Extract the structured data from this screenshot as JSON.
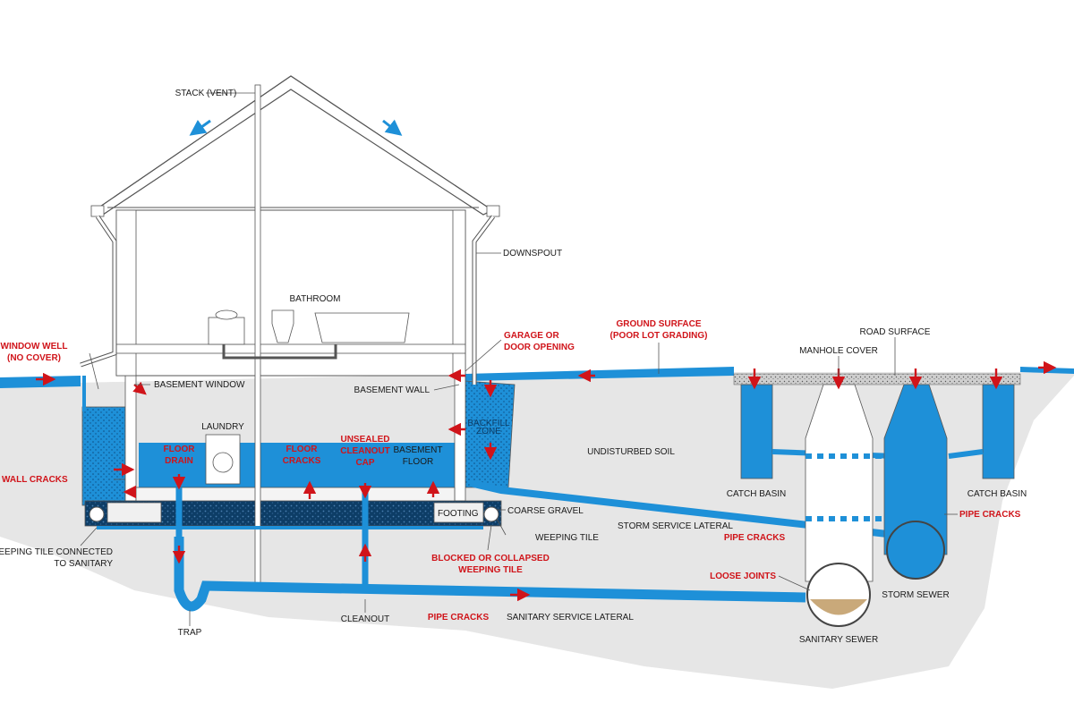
{
  "colors": {
    "water": "#1e90d8",
    "soil": "#e6e6e6",
    "gravel": "#0d3d66",
    "problem": "#d0141a",
    "structure": "#ffffff",
    "outline": "#555555"
  },
  "labels": {
    "stack_vent": "STACK (VENT)",
    "downspout": "DOWNSPOUT",
    "bathroom": "BATHROOM",
    "window_well_1": "WINDOW WELL",
    "window_well_2": "(NO COVER)",
    "basement_window": "BASEMENT WINDOW",
    "basement_wall": "BASEMENT WALL",
    "garage_1": "GARAGE OR",
    "garage_2": "DOOR OPENING",
    "ground_surface_1": "GROUND SURFACE",
    "ground_surface_2": "(POOR LOT GRADING)",
    "road_surface": "ROAD SURFACE",
    "manhole_cover": "MANHOLE COVER",
    "laundry": "LAUNDRY",
    "floor_drain_1": "FLOOR",
    "floor_drain_2": "DRAIN",
    "floor_cracks_1": "FLOOR",
    "floor_cracks_2": "CRACKS",
    "cleanout_cap_1": "UNSEALED",
    "cleanout_cap_2": "CLEANOUT",
    "cleanout_cap_3": "CAP",
    "basement_floor_1": "BASEMENT",
    "basement_floor_2": "FLOOR",
    "backfill_1": "BACKFILL",
    "backfill_2": "ZONE",
    "undisturbed_soil": "UNDISTURBED SOIL",
    "catch_basin_left": "CATCH BASIN",
    "catch_basin_right": "CATCH BASIN",
    "wall_cracks": "WALL CRACKS",
    "footing": "FOOTING",
    "coarse_gravel": "COARSE GRAVEL",
    "storm_lateral": "STORM SERVICE LATERAL",
    "pipe_cracks_storm": "PIPE CRACKS",
    "pipe_cracks_sewer": "PIPE CRACKS",
    "weeping_tile": "WEEPING TILE",
    "weeping_sanitary_1": "WEEPING TILE CONNECTED",
    "weeping_sanitary_2": "TO SANITARY",
    "blocked_tile_1": "BLOCKED OR COLLAPSED",
    "blocked_tile_2": "WEEPING TILE",
    "loose_joints": "LOOSE JOINTS",
    "storm_sewer": "STORM SEWER",
    "trap": "TRAP",
    "cleanout": "CLEANOUT",
    "pipe_cracks_sanitary": "PIPE CRACKS",
    "sanitary_lateral": "SANITARY SERVICE LATERAL",
    "sanitary_sewer": "SANITARY SEWER"
  }
}
